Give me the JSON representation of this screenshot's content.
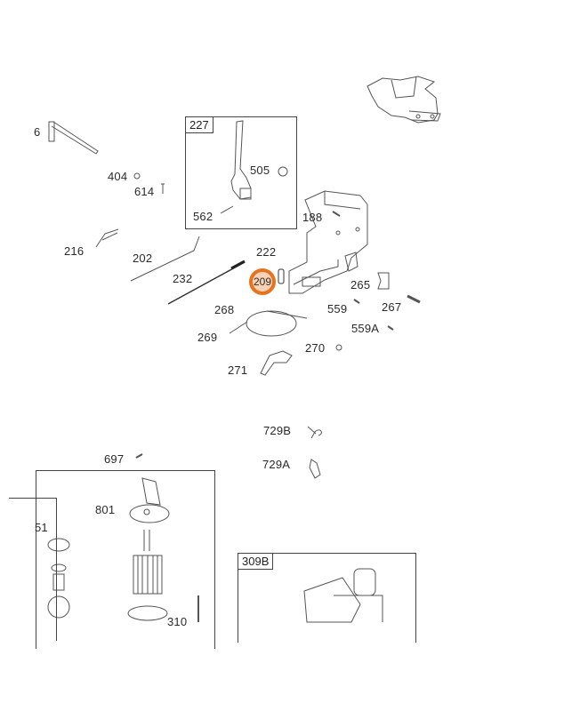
{
  "diagram": {
    "title": "",
    "highlighted_part": "209",
    "highlight_color": "#e8731e",
    "highlight_fill": "#f4d3b8",
    "callouts": {
      "p6": "6",
      "p404": "404",
      "p614": "614",
      "p216": "216",
      "p202": "202",
      "p232": "232",
      "p505": "505",
      "p562": "562",
      "p188": "188",
      "p222": "222",
      "p209": "209",
      "p265": "265",
      "p559": "559",
      "p267": "267",
      "p559a": "559A",
      "p268": "268",
      "p269": "269",
      "p270": "270",
      "p271": "271",
      "p729b": "729B",
      "p729a": "729A",
      "p697": "697",
      "p801": "801",
      "p51": "51",
      "p310": "310"
    },
    "boxes": {
      "box227": "227",
      "box309b": "309B"
    }
  }
}
